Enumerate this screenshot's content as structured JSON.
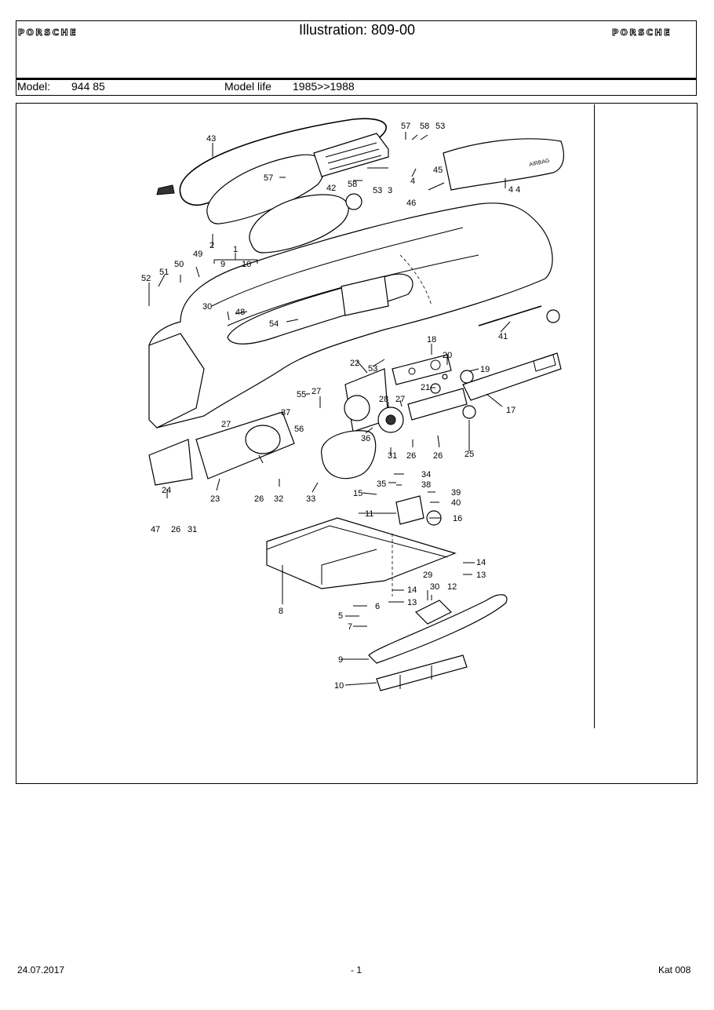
{
  "header": {
    "logo_left": "PORSCHE",
    "logo_right": "PORSCHE",
    "title": "Illustration: 809-00",
    "model_label": "Model:",
    "model_value": "944 85",
    "life_label": "Model life",
    "life_value": "1985>>1988"
  },
  "diagram": {
    "airbag_text": "AIRBAG",
    "callouts": {
      "c43": "43",
      "c57a": "57",
      "c58a": "58",
      "c53a": "53",
      "c57b": "57",
      "c58b": "58",
      "c53b": "53",
      "c3": "3",
      "c4": "4",
      "c45": "45",
      "c44": "4 4",
      "c46": "46",
      "c42": "42",
      "c2": "2",
      "c1": "1",
      "c9a": "9",
      "c10a": "10",
      "c52": "52",
      "c51": "51",
      "c50": "50",
      "c49": "49",
      "c30a": "30",
      "c48": "48",
      "c54": "54",
      "c41": "41",
      "c18": "18",
      "c20": "20",
      "c19": "19",
      "c22": "22",
      "c53c": "53",
      "c21": "21",
      "c17": "17",
      "c55": "55",
      "c27a": "27",
      "c37": "37",
      "c28": "28",
      "c27b": "27",
      "c56": "56",
      "c36": "36",
      "c27c": "27",
      "c31a": "31",
      "c26a": "26",
      "c26b": "26",
      "c25": "25",
      "c24": "24",
      "c26c": "26",
      "c32": "32",
      "c23": "23",
      "c33": "33",
      "c34": "34",
      "c35": "35",
      "c38": "38",
      "c15": "15",
      "c39": "39",
      "c40": "40",
      "c11": "11",
      "c16": "16",
      "c47": "47",
      "c26d": "26",
      "c31b": "31",
      "c8": "8",
      "c14a": "14",
      "c13a": "13",
      "c29": "29",
      "c30b": "30",
      "c12": "12",
      "c14b": "14",
      "c13b": "13",
      "c6": "6",
      "c5": "5",
      "c7": "7",
      "c9b": "9",
      "c10b": "10"
    }
  },
  "footer": {
    "date": "24.07.2017",
    "page": "- 1",
    "catalog": "Kat 008"
  }
}
